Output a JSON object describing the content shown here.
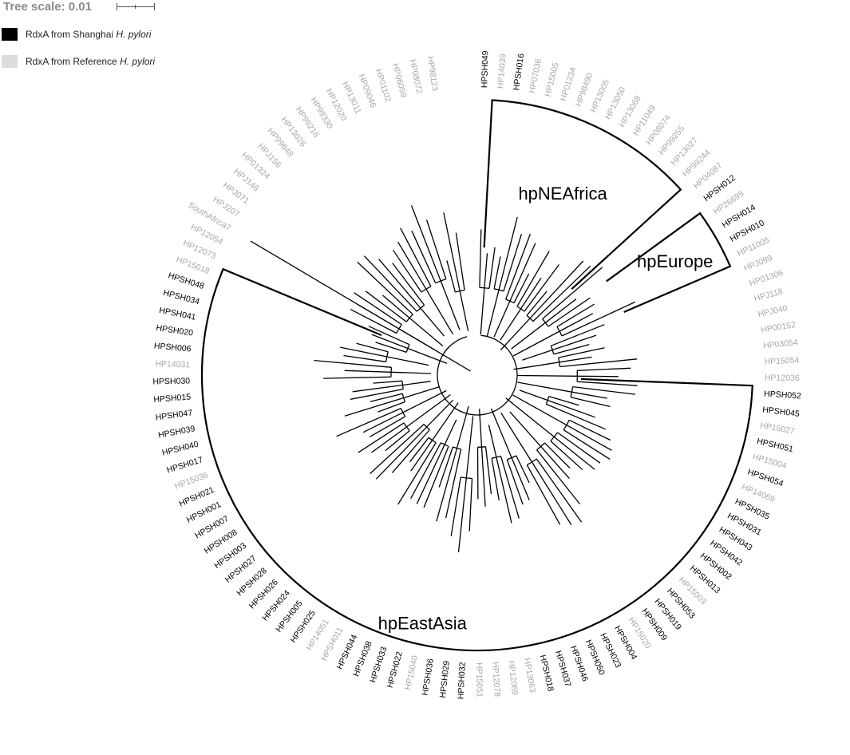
{
  "scale": {
    "title": "Tree scale: 0.01"
  },
  "legend": [
    {
      "label": "RdxA from Shanghai ",
      "italic": "H. pylori",
      "color": "#000000"
    },
    {
      "label": "RdxA from Reference ",
      "italic": "H. pylori",
      "color": "#dddddd"
    }
  ],
  "colors": {
    "shanghai": "#000000",
    "reference": "#a8a8a8"
  },
  "clades": [
    {
      "name": "hpNEAfrica"
    },
    {
      "name": "hpEurope"
    },
    {
      "name": "hpEastAsia"
    }
  ],
  "leaves": [
    {
      "id": "HPSH049",
      "g": "s"
    },
    {
      "id": "HP14039",
      "g": "r"
    },
    {
      "id": "HPSH016",
      "g": "s"
    },
    {
      "id": "HP07036",
      "g": "r"
    },
    {
      "id": "HP15005",
      "g": "r"
    },
    {
      "id": "HP01234",
      "g": "r"
    },
    {
      "id": "HP98490",
      "g": "r"
    },
    {
      "id": "HP13005",
      "g": "r"
    },
    {
      "id": "HP13050",
      "g": "r"
    },
    {
      "id": "HP13068",
      "g": "r"
    },
    {
      "id": "HP11049",
      "g": "r"
    },
    {
      "id": "HP08074",
      "g": "r"
    },
    {
      "id": "HP99255",
      "g": "r"
    },
    {
      "id": "HP13027",
      "g": "r"
    },
    {
      "id": "HP99244",
      "g": "r"
    },
    {
      "id": "HP04087",
      "g": "r"
    },
    {
      "id": "HPSH012",
      "g": "s"
    },
    {
      "id": "HP26695",
      "g": "r"
    },
    {
      "id": "HPSH014",
      "g": "s"
    },
    {
      "id": "HPSH010",
      "g": "s"
    },
    {
      "id": "HP11005",
      "g": "r"
    },
    {
      "id": "HPJ099",
      "g": "r"
    },
    {
      "id": "HP01306",
      "g": "r"
    },
    {
      "id": "HPJ118",
      "g": "r"
    },
    {
      "id": "HPJ040",
      "g": "r"
    },
    {
      "id": "HP00152",
      "g": "r"
    },
    {
      "id": "HP03054",
      "g": "r"
    },
    {
      "id": "HP15054",
      "g": "r"
    },
    {
      "id": "HP12036",
      "g": "r"
    },
    {
      "id": "HPSH052",
      "g": "s"
    },
    {
      "id": "HPSH045",
      "g": "s"
    },
    {
      "id": "HP15027",
      "g": "r"
    },
    {
      "id": "HPSH051",
      "g": "s"
    },
    {
      "id": "HP15004",
      "g": "r"
    },
    {
      "id": "HPSH054",
      "g": "s"
    },
    {
      "id": "HP14069",
      "g": "r"
    },
    {
      "id": "HPSH035",
      "g": "s"
    },
    {
      "id": "HPSH031",
      "g": "s"
    },
    {
      "id": "HPSH043",
      "g": "s"
    },
    {
      "id": "HPSH042",
      "g": "s"
    },
    {
      "id": "HPSH002",
      "g": "s"
    },
    {
      "id": "HPSH013",
      "g": "s"
    },
    {
      "id": "HP15003",
      "g": "r"
    },
    {
      "id": "HPSH053",
      "g": "s"
    },
    {
      "id": "HPSH019",
      "g": "s"
    },
    {
      "id": "HPSH009",
      "g": "s"
    },
    {
      "id": "HP15020",
      "g": "r"
    },
    {
      "id": "HPSH004",
      "g": "s"
    },
    {
      "id": "HPSH023",
      "g": "s"
    },
    {
      "id": "HPSH050",
      "g": "s"
    },
    {
      "id": "HPSH046",
      "g": "s"
    },
    {
      "id": "HPSH037",
      "g": "s"
    },
    {
      "id": "HPSH018",
      "g": "s"
    },
    {
      "id": "HP13063",
      "g": "r"
    },
    {
      "id": "HP12069",
      "g": "r"
    },
    {
      "id": "HP12078",
      "g": "r"
    },
    {
      "id": "HP15051",
      "g": "r"
    },
    {
      "id": "HPSH032",
      "g": "s"
    },
    {
      "id": "HPSH029",
      "g": "s"
    },
    {
      "id": "HPSH036",
      "g": "s"
    },
    {
      "id": "HP15040",
      "g": "r"
    },
    {
      "id": "HPSH022",
      "g": "s"
    },
    {
      "id": "HPSH033",
      "g": "s"
    },
    {
      "id": "HPSH038",
      "g": "s"
    },
    {
      "id": "HPSH044",
      "g": "s"
    },
    {
      "id": "HPSH011",
      "g": "r"
    },
    {
      "id": "HP14051",
      "g": "r"
    },
    {
      "id": "HPSH025",
      "g": "s"
    },
    {
      "id": "HPSH005",
      "g": "s"
    },
    {
      "id": "HPSH024",
      "g": "s"
    },
    {
      "id": "HPSH026",
      "g": "s"
    },
    {
      "id": "HPSH028",
      "g": "s"
    },
    {
      "id": "HPSH027",
      "g": "s"
    },
    {
      "id": "HPSH003",
      "g": "s"
    },
    {
      "id": "HPSH008",
      "g": "s"
    },
    {
      "id": "HPSH007",
      "g": "s"
    },
    {
      "id": "HPSH001",
      "g": "s"
    },
    {
      "id": "HPSH021",
      "g": "s"
    },
    {
      "id": "HP15036",
      "g": "r"
    },
    {
      "id": "HPSH017",
      "g": "s"
    },
    {
      "id": "HPSH040",
      "g": "s"
    },
    {
      "id": "HPSH039",
      "g": "s"
    },
    {
      "id": "HPSH047",
      "g": "s"
    },
    {
      "id": "HPSH015",
      "g": "s"
    },
    {
      "id": "HPSH030",
      "g": "s"
    },
    {
      "id": "HP14031",
      "g": "r"
    },
    {
      "id": "HPSH006",
      "g": "s"
    },
    {
      "id": "HPSH020",
      "g": "s"
    },
    {
      "id": "HPSH041",
      "g": "s"
    },
    {
      "id": "HPSH034",
      "g": "s"
    },
    {
      "id": "HPSH048",
      "g": "s"
    },
    {
      "id": "HP15018",
      "g": "r"
    },
    {
      "id": "HP12073",
      "g": "r"
    },
    {
      "id": "HP12054",
      "g": "r"
    },
    {
      "id": "SouthAfrica7",
      "g": "r"
    },
    {
      "id": "HPJ207",
      "g": "r"
    },
    {
      "id": "HPJ071",
      "g": "r"
    },
    {
      "id": "HPJ148",
      "g": "r"
    },
    {
      "id": "HP01324",
      "g": "r"
    },
    {
      "id": "HPJ156",
      "g": "r"
    },
    {
      "id": "HP99648",
      "g": "r"
    },
    {
      "id": "HP13026",
      "g": "r"
    },
    {
      "id": "HP99216",
      "g": "r"
    },
    {
      "id": "HP99330",
      "g": "r"
    },
    {
      "id": "HP12020",
      "g": "r"
    },
    {
      "id": "HP13011",
      "g": "r"
    },
    {
      "id": "HP09046",
      "g": "r"
    },
    {
      "id": "HP01102",
      "g": "r"
    },
    {
      "id": "HP06059",
      "g": "r"
    },
    {
      "id": "HP08072",
      "g": "r"
    },
    {
      "id": "HP98123",
      "g": "r"
    }
  ]
}
